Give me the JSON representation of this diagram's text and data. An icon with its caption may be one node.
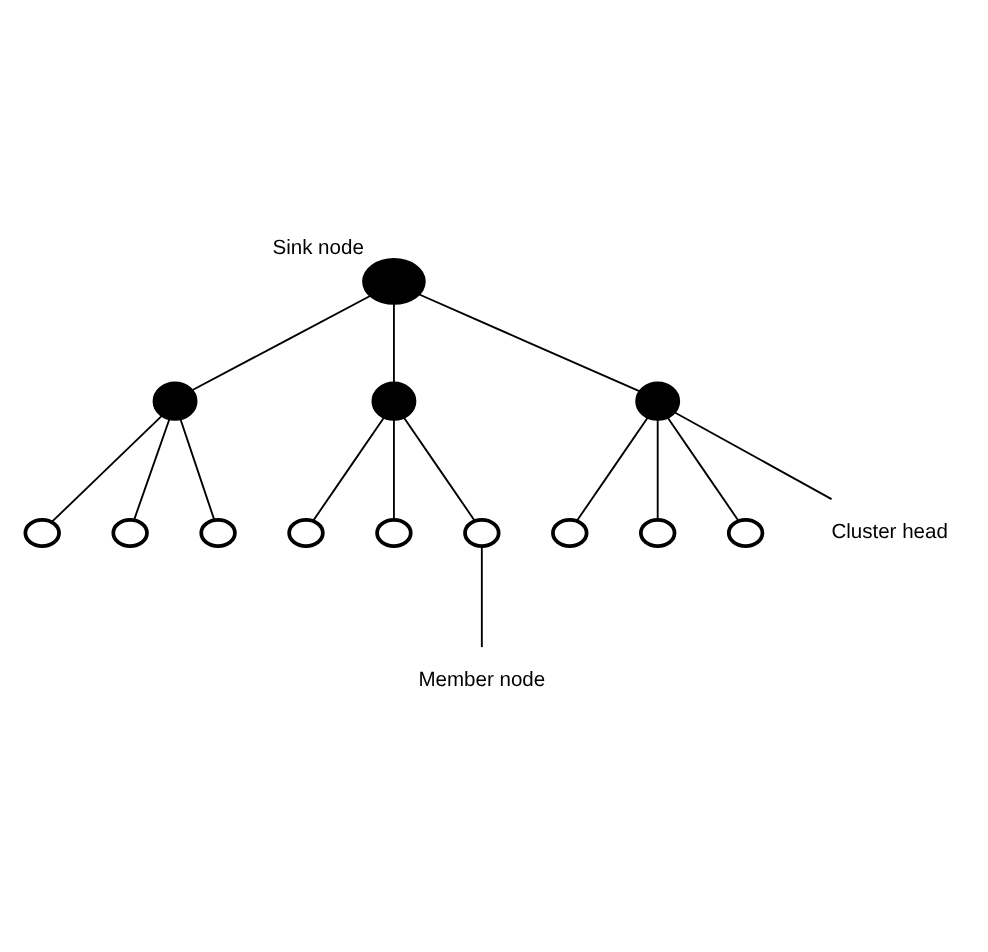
{
  "diagram": {
    "nodes": [
      {
        "text": [],
        "shape": "circle",
        "beside": [
          "Sink node"
        ]
      },
      {
        "text": [],
        "shape": "circle"
      },
      {
        "text": [],
        "shape": "circle"
      },
      {
        "text": [],
        "shape": "circle"
      },
      {
        "text": [],
        "shape": "circle"
      },
      {
        "text": [],
        "shape": "circle"
      },
      {
        "text": [],
        "shape": "circle"
      },
      {
        "text": [],
        "shape": "circle"
      },
      {
        "text": [],
        "shape": "circle"
      },
      {
        "text": [],
        "shape": "circle"
      },
      {
        "text": [],
        "shape": "circle"
      },
      {
        "text": [],
        "shape": "circle"
      },
      {
        "text": [],
        "shape": "circle"
      },
      {
        "text": [
          "Cluster head"
        ]
      },
      {
        "text": [
          "Member node"
        ]
      }
    ],
    "edges": [
      {
        "from": 0,
        "to": 2,
        "arrow": "none"
      },
      {
        "from": 0,
        "to": 5,
        "arrow": "none"
      },
      {
        "from": 0,
        "to": 6,
        "arrow": "none"
      },
      {
        "from": 2,
        "to": 1,
        "arrow": "none"
      },
      {
        "from": 2,
        "to": 3,
        "arrow": "none"
      },
      {
        "from": 2,
        "to": 4,
        "arrow": "none"
      },
      {
        "from": 5,
        "to": 9,
        "arrow": "none"
      },
      {
        "from": 5,
        "to": 12,
        "arrow": "none"
      },
      {
        "from": 5,
        "to": 11,
        "arrow": "none"
      },
      {
        "from": 6,
        "to": 8,
        "arrow": "none"
      },
      {
        "from": 6,
        "to": 10,
        "arrow": "none"
      },
      {
        "from": 6,
        "to": 7,
        "arrow": "none"
      },
      {
        "from": 13,
        "to": 6,
        "arrow": "none"
      },
      {
        "from": 14,
        "to": 12,
        "arrow": "none"
      }
    ]
  }
}
